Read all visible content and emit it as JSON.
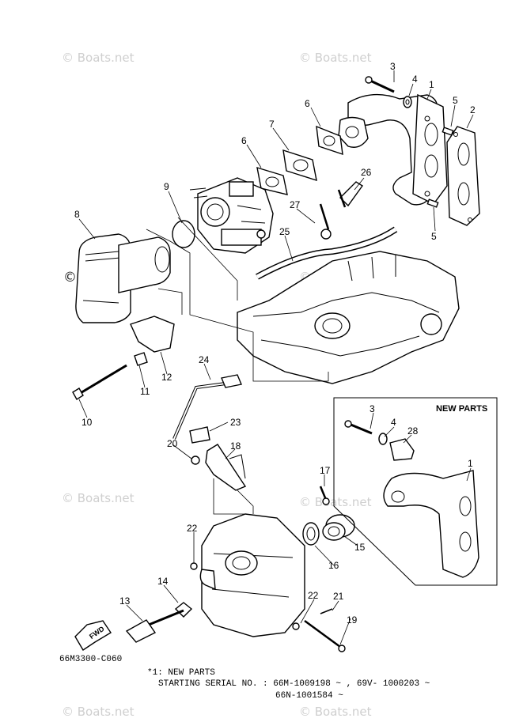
{
  "watermark": "© Boats.net",
  "diagram_code": "66M3300-C060",
  "new_parts_box": {
    "title": "NEW PARTS"
  },
  "fwd_label": "FWD",
  "footnote": {
    "line1": "*1: NEW PARTS",
    "line2": "STARTING SERIAL NO. : 66M-1009198 ~ , 69V- 1000203 ~",
    "line3": "66N-1001584 ~"
  },
  "callouts": {
    "c1": "1",
    "c2": "2",
    "c3": "3",
    "c4": "4",
    "c5a": "5",
    "c5b": "5",
    "c6a": "6",
    "c6b": "6",
    "c7": "7",
    "c8": "8",
    "c9": "9",
    "c10": "10",
    "c11": "11",
    "c12": "12",
    "c13": "13",
    "c14": "14",
    "c15": "15",
    "c16": "16",
    "c17": "17",
    "c18": "18",
    "c19": "19",
    "c20": "20",
    "c21": "21",
    "c22a": "22",
    "c22b": "22",
    "c23": "23",
    "c24": "24",
    "c25": "25",
    "c26": "26",
    "c27": "27",
    "n3": "3",
    "n4": "4",
    "n28": "28",
    "n1": "1"
  }
}
